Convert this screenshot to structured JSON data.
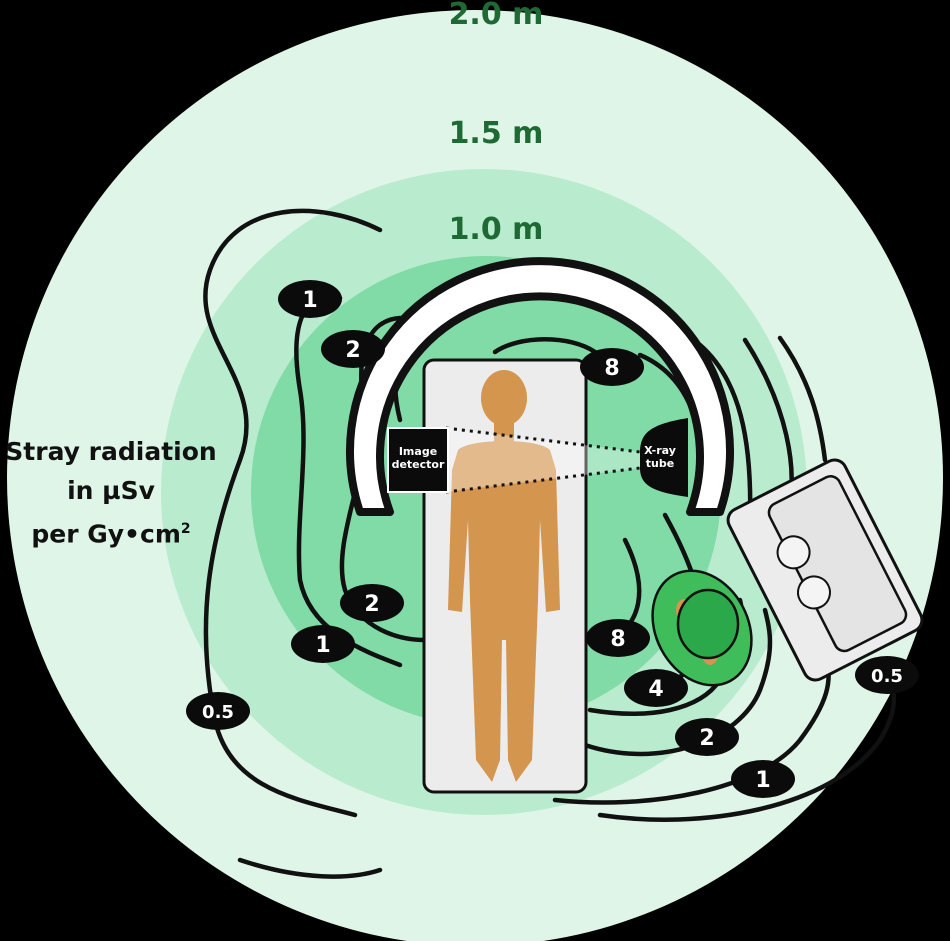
{
  "distance_rings": [
    {
      "label": "2.0 m"
    },
    {
      "label": "1.5 m"
    },
    {
      "label": "1.0 m"
    }
  ],
  "title": {
    "line1": "Stray radiation",
    "line2": "in µSv",
    "line3_main": "per Gy•cm",
    "line3_sup": "2"
  },
  "devices": {
    "image_detector": [
      "Image",
      "detector"
    ],
    "xray_tube": [
      "X-ray",
      "tube"
    ]
  },
  "contour_labels": {
    "left_1_top": "1",
    "left_2_top": "2",
    "top_8": "8",
    "left_2_bottom": "2",
    "left_1_bottom": "1",
    "left_05": "0.5",
    "right_8": "8",
    "right_4": "4",
    "right_2": "2",
    "right_1": "1",
    "right_05": "0.5"
  },
  "colors": {
    "ring_outer": "#dff5e7",
    "ring_middle": "#b9ebcf",
    "ring_inner": "#80dba6",
    "ring_label": "#1f6a34",
    "body": "#d4954f",
    "table": "#ececec",
    "badge": "#0b0b0b"
  }
}
